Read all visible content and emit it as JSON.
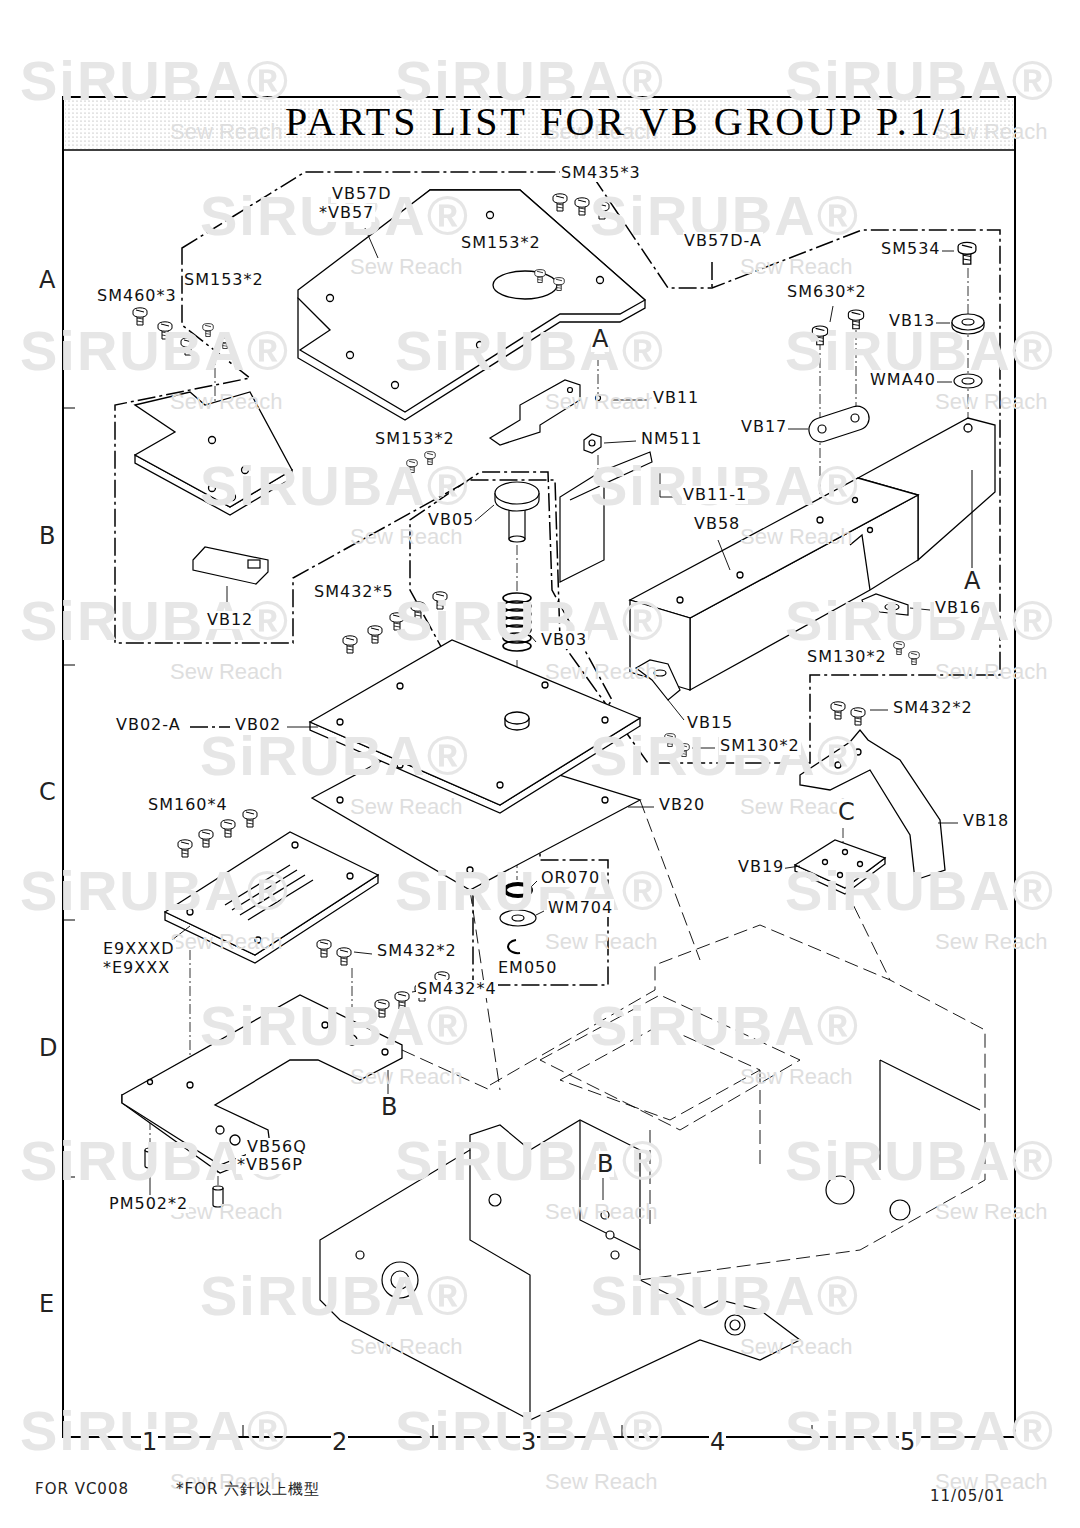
{
  "diagram": {
    "title": "PARTS LIST FOR VB GROUP P.1/1",
    "labels": [
      "SM435*3",
      "VB57D",
      "*VB57",
      "SM153*2",
      "VB57D-A",
      "SM534",
      "SM153*2",
      "SM460*3",
      "SM630*2",
      "VB13",
      "A",
      "WMA40",
      "VB11",
      "VB17",
      "SM153*2",
      "NM511",
      "VB11-1",
      "VB05",
      "VB58",
      "A",
      "SM432*5",
      "VB16",
      "VB12",
      "VB03",
      "SM130*2",
      "VB02-A",
      "VB02",
      "VB15",
      "SM432*2",
      "SM130*2",
      "SM160*4",
      "VB20",
      "C",
      "VB18",
      "VB19",
      "OR070",
      "WM704",
      "E9XXXD",
      "*E9XXX",
      "SM432*2",
      "EM050",
      "SM432*4",
      "B",
      "B",
      "VB56Q",
      "*VB56P",
      "PM502*2",
      "A",
      "B",
      "C",
      "D",
      "E",
      "1",
      "2",
      "3",
      "4",
      "5",
      "FOR VC008",
      "*FOR 六針以上機型",
      "11/05/01",
      "SiRUBA®",
      "Sew Reach",
      "SiRUBA®",
      "Sew Reach",
      "SiRUBA®",
      "Sew Reach",
      "SiRUBA®",
      "Sew Reach",
      "SiRUBA®",
      "Sew Reach",
      "SiRUBA®",
      "Sew Reach",
      "SiRUBA®",
      "Sew Reach",
      "SiRUBA®",
      "Sew Reach",
      "SiRUBA®",
      "Sew Reach",
      "SiRUBA®",
      "Sew Reach",
      "SiRUBA®",
      "Sew Reach",
      "SiRUBA®",
      "Sew Reach",
      "SiRUBA®",
      "Sew Reach",
      "SiRUBA®",
      "Sew Reach",
      "SiRUBA®",
      "Sew Reach",
      "SiRUBA®",
      "Sew Reach",
      "SiRUBA®",
      "Sew Reach",
      "SiRUBA®",
      "Sew Reach",
      "SiRUBA®",
      "Sew Reach",
      "SiRUBA®",
      "Sew Reach",
      "SiRUBA®",
      "Sew Reach",
      "SiRUBA®",
      "Sew Reach",
      "SiRUBA®",
      "Sew Reach",
      "SiRUBA®",
      "Sew Reach",
      "SiRUBA®",
      "Sew Reach",
      "SiRUBA®",
      "Sew Reach",
      "SiRUBA®",
      "Sew Reach",
      "SiRUBA®",
      "Sew Reach"
    ]
  }
}
